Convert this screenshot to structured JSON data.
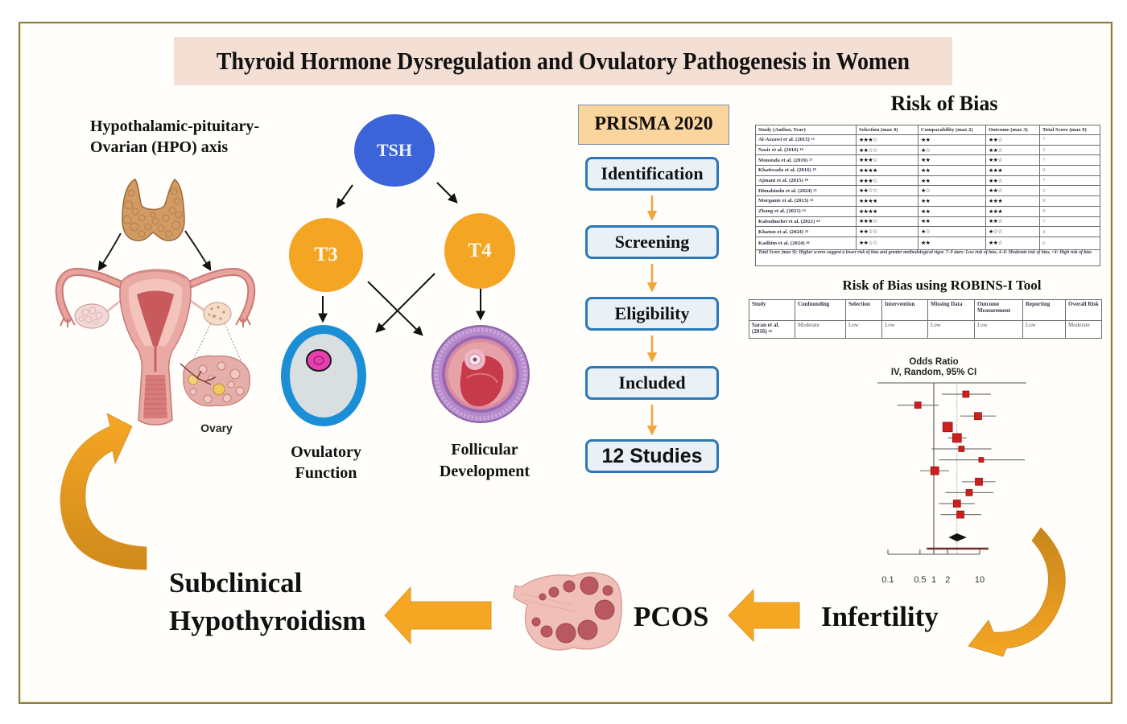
{
  "colors": {
    "accent_orange": "#f5a623",
    "hormone_orange": "#f5a524",
    "tsh_blue": "#3b64d9",
    "title_bg": "#f3dfd4",
    "prisma_fill": "#fad59e",
    "step_border": "#2b78b8",
    "forest_square": "#cc1f1f",
    "frame": "#8a7c45"
  },
  "title": "Thyroid Hormone Dysregulation and Ovulatory Pathogenesis in Women",
  "hpo_axis": {
    "line1": "Hypothalamic-pituitary-",
    "line2": "Ovarian (HPO) axis",
    "ovary_label": "Ovary"
  },
  "hormones": {
    "tsh": "TSH",
    "t3": "T3",
    "t4": "T4"
  },
  "effects": {
    "ovulatory": [
      "Ovulatory",
      "Function"
    ],
    "follicular": [
      "Follicular",
      "Development"
    ]
  },
  "prisma": {
    "title": "PRISMA 2020",
    "steps": [
      "Identification",
      "Screening",
      "Eligibility",
      "Included",
      "12 Studies"
    ]
  },
  "risk_of_bias": {
    "title": "Risk of Bias",
    "columns": [
      "Study (Author, Year)",
      "Selection (max 4)",
      "Comparability (max 2)",
      "Outcome (max 3)",
      "Total Score (max 9)"
    ],
    "rows": [
      {
        "study": "Al-Azzawi et al. (2015)",
        "ref": "15",
        "selection": "★★★☆",
        "comparability": "★★",
        "outcome": "★★☆",
        "total": "7"
      },
      {
        "study": "Nasir et al. (2016)",
        "ref": "16",
        "selection": "★★☆☆",
        "comparability": "★☆",
        "outcome": "★★☆",
        "total": "5"
      },
      {
        "study": "Moustafa et al. (2019)",
        "ref": "17",
        "selection": "★★★☆",
        "comparability": "★★",
        "outcome": "★★☆",
        "total": "7"
      },
      {
        "study": "Khatiwada et al. (2016)",
        "ref": "18",
        "selection": "★★★★",
        "comparability": "★★",
        "outcome": "★★★",
        "total": "9"
      },
      {
        "study": "Ajmani et al. (2015)",
        "ref": "19",
        "selection": "★★★☆",
        "comparability": "★★",
        "outcome": "★★☆",
        "total": "7"
      },
      {
        "study": "Himabindu et al. (2024)",
        "ref": "21",
        "selection": "★★☆☆",
        "comparability": "★☆",
        "outcome": "★★☆",
        "total": "5"
      },
      {
        "study": "Morgante et al. (2013)",
        "ref": "22",
        "selection": "★★★★",
        "comparability": "★★",
        "outcome": "★★★",
        "total": "9"
      },
      {
        "study": "Zhang et al. (2021)",
        "ref": "23",
        "selection": "★★★★",
        "comparability": "★★",
        "outcome": "★★★",
        "total": "9"
      },
      {
        "study": "Kabodmehri et al. (2021)",
        "ref": "24",
        "selection": "★★★☆",
        "comparability": "★★",
        "outcome": "★★☆",
        "total": "7"
      },
      {
        "study": "Khatun et al. (2024)",
        "ref": "25",
        "selection": "★★☆☆",
        "comparability": "★☆",
        "outcome": "★☆☆",
        "total": "4"
      },
      {
        "study": "Kadhim et al. (2024)",
        "ref": "26",
        "selection": "★★☆☆",
        "comparability": "★★",
        "outcome": "★★☆",
        "total": "6"
      }
    ],
    "footnote": "Total Score (max 9): Higher scores suggest a lower risk of bias and greater methodological rigor. 7–9 stars: Low risk of bias, 4–6: Moderate risk of bias, <4: High risk of bias"
  },
  "robins": {
    "title": "Risk of Bias using ROBINS-I Tool",
    "columns": [
      "Study",
      "Confounding",
      "Selection",
      "Intervention",
      "Missing Data",
      "Outcome Measurement",
      "Reporting",
      "Overall Risk"
    ],
    "rows": [
      {
        "study": "Saran et al. (2016)",
        "ref": "20",
        "judgements": [
          "Moderate",
          "Low",
          "Low",
          "Low",
          "Low",
          "Low",
          "Moderate"
        ]
      }
    ]
  },
  "chart_data": {
    "type": "scatter",
    "subtype": "forest",
    "title": "Odds Ratio",
    "subtitle": "IV, Random, 95% CI",
    "xscale": "log",
    "xticks": [
      "0.1",
      "0.5",
      "1",
      "2",
      "10"
    ],
    "xtick_values": [
      0.1,
      0.5,
      1,
      2,
      10
    ],
    "xlim": [
      0.06,
      105
    ],
    "null_line": 1,
    "grid": false,
    "studies": [
      {
        "or": 5.0,
        "ci": [
          1.5,
          17.5
        ],
        "weight": 7.5
      },
      {
        "or": 0.45,
        "ci": [
          0.16,
          1.27
        ],
        "weight": 7.5
      },
      {
        "or": 9.2,
        "ci": [
          3.8,
          23.0
        ],
        "weight": 8.5
      },
      {
        "or": 2.0,
        "ci": [
          1.75,
          2.3
        ],
        "weight": 11.3
      },
      {
        "or": 3.2,
        "ci": [
          2.0,
          5.2
        ],
        "weight": 10.4
      },
      {
        "or": 4.0,
        "ci": [
          0.9,
          18.0
        ],
        "weight": 6.6
      },
      {
        "or": 10.8,
        "ci": [
          1.3,
          96.0
        ],
        "weight": 5.7
      },
      {
        "or": 1.05,
        "ci": [
          0.5,
          2.15
        ],
        "weight": 9.4
      },
      {
        "or": 9.6,
        "ci": [
          4.1,
          22.0
        ],
        "weight": 8.5
      },
      {
        "or": 5.9,
        "ci": [
          1.8,
          20.0
        ],
        "weight": 7.5
      },
      {
        "or": 3.2,
        "ci": [
          1.3,
          7.8
        ],
        "weight": 8.5
      },
      {
        "or": 3.8,
        "ci": [
          1.4,
          10.8
        ],
        "weight": 8.5
      }
    ],
    "pooled": {
      "or": 3.2,
      "ci": [
        2.1,
        5.2
      ]
    },
    "prediction_interval": [
      0.7,
      15.5
    ]
  },
  "pathway": {
    "subclinical": [
      "Subclinical",
      "Hypothyroidism"
    ],
    "pcos": "PCOS",
    "infertility": "Infertility"
  }
}
